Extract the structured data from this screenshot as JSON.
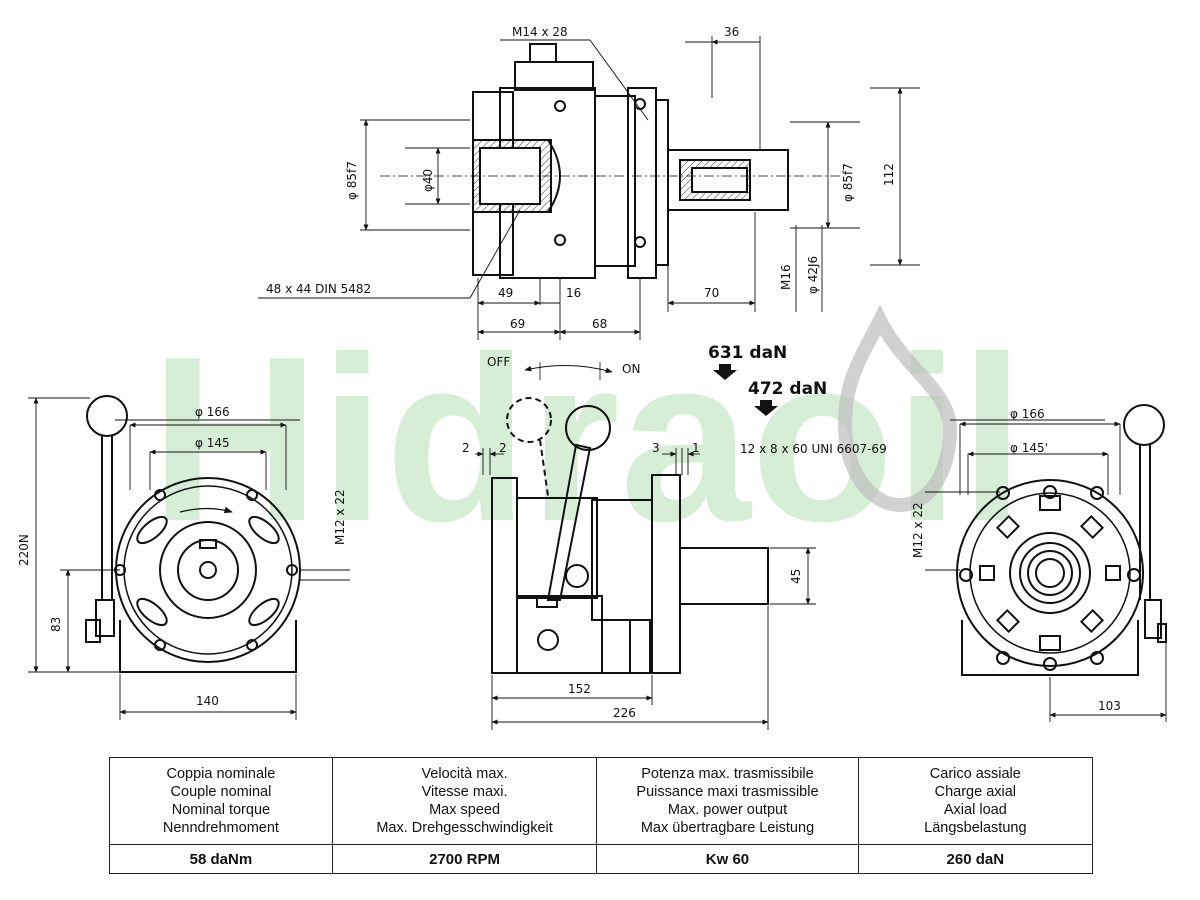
{
  "watermark": "Hidraoil",
  "top_view": {
    "thread_label": "M14 x 28",
    "dim_36": "36",
    "dia_85f7_left": "φ 85f7",
    "dia_40": "φ40",
    "dia_85f7_right": "φ 85f7",
    "dim_112": "112",
    "spline_label": "48 x 44  DIN 5482",
    "dim_49": "49",
    "dim_16": "16",
    "dim_70": "70",
    "m16": "M16",
    "dia_42j6": "φ 42J6",
    "dim_69": "69",
    "dim_68": "68"
  },
  "loads": {
    "load_1": "631 daN",
    "load_2": "472 daN"
  },
  "side_view": {
    "off": "OFF",
    "on": "ON",
    "dim_2a": "2",
    "dim_2b": "2",
    "dim_3": "3",
    "dim_1": "1",
    "key_label": "12 x 8 x 60  UNI 6607-69",
    "dim_45": "45",
    "dim_152": "152",
    "dim_226": "226"
  },
  "left_view": {
    "dia_166": "φ 166",
    "dia_145": "φ 145",
    "thread": "M12 x 22",
    "dim_220n": "220N",
    "dim_83": "83",
    "dim_140": "140"
  },
  "right_view": {
    "dia_166": "φ 166",
    "dia_145": "φ 145'",
    "thread": "M12 x 22",
    "dim_103": "103"
  },
  "specs": {
    "headers": [
      [
        "Coppia nominale",
        "Couple nominal",
        "Nominal torque",
        "Nenndrehmoment"
      ],
      [
        "Velocità max.",
        "Vitesse maxi.",
        "Max speed",
        "Max. Drehgesschwindigkeit"
      ],
      [
        "Potenza max. trasmissibile",
        "Puissance maxi trasmissible",
        "Max. power output",
        "Max übertragbare Leistung"
      ],
      [
        "Carico assiale",
        "Charge axial",
        "Axial load",
        "Längsbelastung"
      ]
    ],
    "values": [
      "58 daNm",
      "2700 RPM",
      "Kw 60",
      "260 daN"
    ]
  }
}
